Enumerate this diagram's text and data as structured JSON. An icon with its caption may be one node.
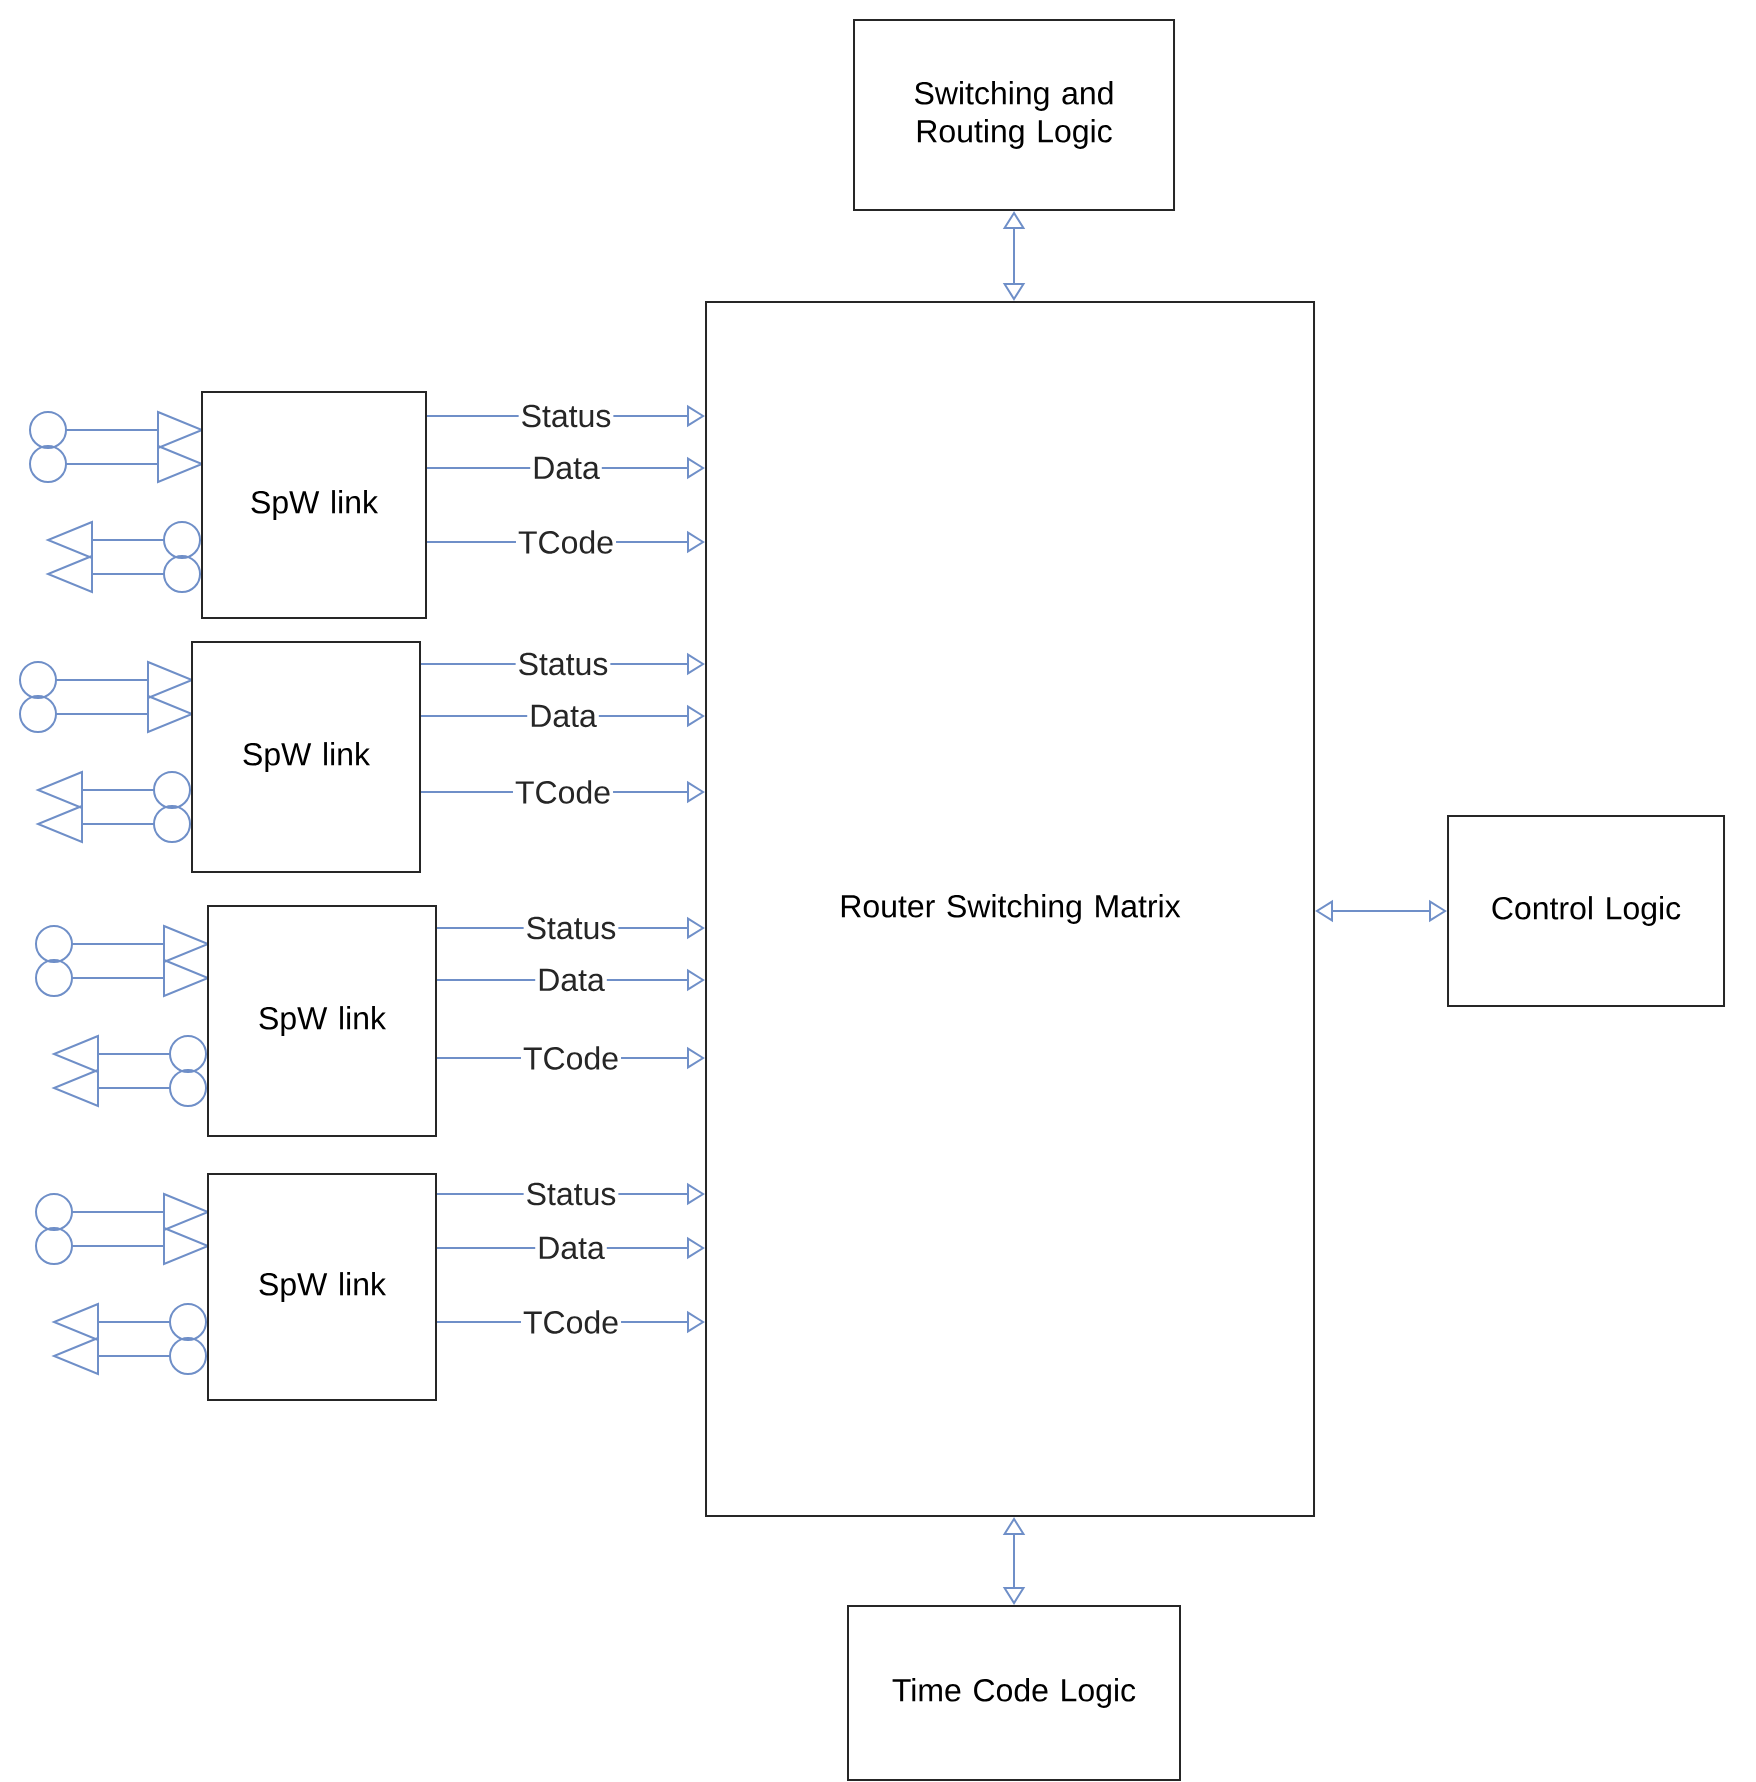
{
  "diagram": {
    "nodes": [
      {
        "text": [
          "Switching and Routing Logic"
        ]
      },
      {
        "text": [
          "Router Switching Matrix"
        ]
      },
      {
        "text": [
          "Control Logic"
        ]
      },
      {
        "text": [
          "Time Code Logic"
        ]
      },
      {
        "text": [
          "SpW link"
        ]
      },
      {
        "text": [
          "SpW link"
        ]
      },
      {
        "text": [
          "SpW link"
        ]
      },
      {
        "text": [
          "SpW link"
        ]
      }
    ],
    "edges": [
      {
        "from": 0,
        "to": 1,
        "arrow": "both"
      },
      {
        "from": 1,
        "to": 2,
        "arrow": "both"
      },
      {
        "from": 1,
        "to": 3,
        "arrow": "both"
      },
      {
        "from": 4,
        "to": 1,
        "arrow": "to",
        "label": "Status"
      },
      {
        "from": 4,
        "to": 1,
        "arrow": "to",
        "label": "Data"
      },
      {
        "from": 4,
        "to": 1,
        "arrow": "to",
        "label": "TCode"
      },
      {
        "from": 5,
        "to": 1,
        "arrow": "to",
        "label": "Status"
      },
      {
        "from": 5,
        "to": 1,
        "arrow": "to",
        "label": "Data"
      },
      {
        "from": 5,
        "to": 1,
        "arrow": "to",
        "label": "TCode"
      },
      {
        "from": 6,
        "to": 1,
        "arrow": "to",
        "label": "Status"
      },
      {
        "from": 6,
        "to": 1,
        "arrow": "to",
        "label": "Data"
      },
      {
        "from": 6,
        "to": 1,
        "arrow": "to",
        "label": "TCode"
      },
      {
        "from": 7,
        "to": 1,
        "arrow": "to",
        "label": "Status"
      },
      {
        "from": 7,
        "to": 1,
        "arrow": "to",
        "label": "Data"
      },
      {
        "from": 7,
        "to": 1,
        "arrow": "to",
        "label": "TCode"
      }
    ]
  }
}
